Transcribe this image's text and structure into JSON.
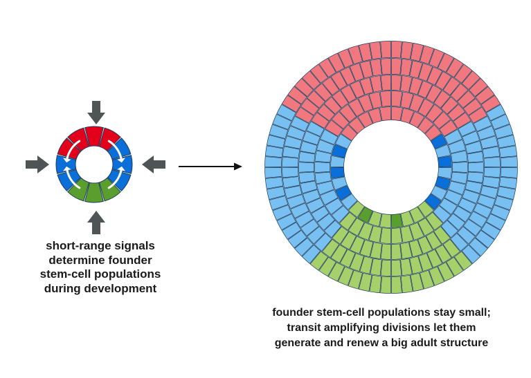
{
  "colors": {
    "founder_red": "#e2001a",
    "tissue_red": "#f2787f",
    "founder_blue": "#0a6fd8",
    "tissue_blue": "#78c0f2",
    "founder_green": "#5a9e2e",
    "tissue_green": "#a6d06a",
    "cell_outline": "#1b3b5a",
    "signal_arrow": "#4f5454",
    "main_arrow": "#111111"
  },
  "left_caption": {
    "lines": [
      "short-range signals",
      "determine founder",
      "stem-cell populations",
      "during development"
    ]
  },
  "right_caption": {
    "lines": [
      "founder stem-cell populations stay small;",
      "transit amplifying divisions let them",
      "generate and renew a big adult structure"
    ]
  }
}
